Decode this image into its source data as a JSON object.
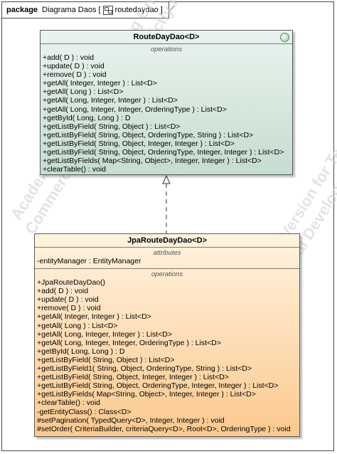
{
  "frame": {
    "keyword": "package",
    "name": "Diagrama Daos [",
    "diagram_name": "routedaydao",
    "close": "]"
  },
  "watermarks": [
    "Academic Version for Teaching Only",
    "Commercial Development is strictly Prohibited",
    "Academic Version for Teaching",
    "Commercial Development"
  ],
  "interface": {
    "title": "RouteDayDao<D>",
    "operations_label": "operations",
    "operations": [
      "+add( D ) : void",
      "+update( D ) : void",
      "+remove( D ) : void",
      "+getAll( Integer, Integer ) : List<D>",
      "+getAll( Long ) : List<D>",
      "+getAll( Long, Integer, Integer ) : List<D>",
      "+getAll( Long, Integer, Integer, OrderingType ) : List<D>",
      "+getById( Long, Long ) : D",
      "+getListByField( String, Object ) : List<D>",
      "+getListByField( String, Object, OrderingType, String ) : List<D>",
      "+getListByField( String, Object, Integer, Integer ) : List<D>",
      "+getListByField( String, Object, OrderingType, Integer, Integer ) : List<D>",
      "+getListByFields( Map<String, Object>, Integer, Integer ) : List<D>",
      "+clearTable() : void"
    ]
  },
  "implementation": {
    "title": "JpaRouteDayDao<D>",
    "attributes_label": "attributes",
    "attributes": [
      "-entityManager : EntityManager"
    ],
    "operations_label": "operations",
    "operations": [
      "+JpaRouteDayDao()",
      "+add( D ) : void",
      "+update( D ) : void",
      "+remove( D ) : void",
      "+getAll( Integer, Integer ) : List<D>",
      "+getAll( Long ) : List<D>",
      "+getAll( Long, Integer, Integer ) : List<D>",
      "+getAll( Long, Integer, Integer, OrderingType ) : List<D>",
      "+getById( Long, Long ) : D",
      "+getListByField( String, Object ) : List<D>",
      "+getListByField1( String, Object, OrderingType, String ) : List<D>",
      "+getListByField( String, Object, Integer, Integer ) : List<D>",
      "+getListByField( String, Object, OrderingType, Integer, Integer ) : List<D>",
      "+getListByFields( Map<String, Object>, Integer, Integer ) : List<D>",
      "+clearTable() : void",
      "-getEntityClass() : Class<D>",
      "#setPagination( TypedQuery<D>, Integer, Integer ) : void",
      "#setOrder( CriteriaBuilder, criteriaQuery<D>, Root<D>, OrderingType ) : void"
    ]
  },
  "colors": {
    "interface_top": "#eaf3ee",
    "interface_bottom": "#c5ddd0",
    "impl_top": "#fff3e0",
    "impl_bottom": "#fcc98e"
  }
}
